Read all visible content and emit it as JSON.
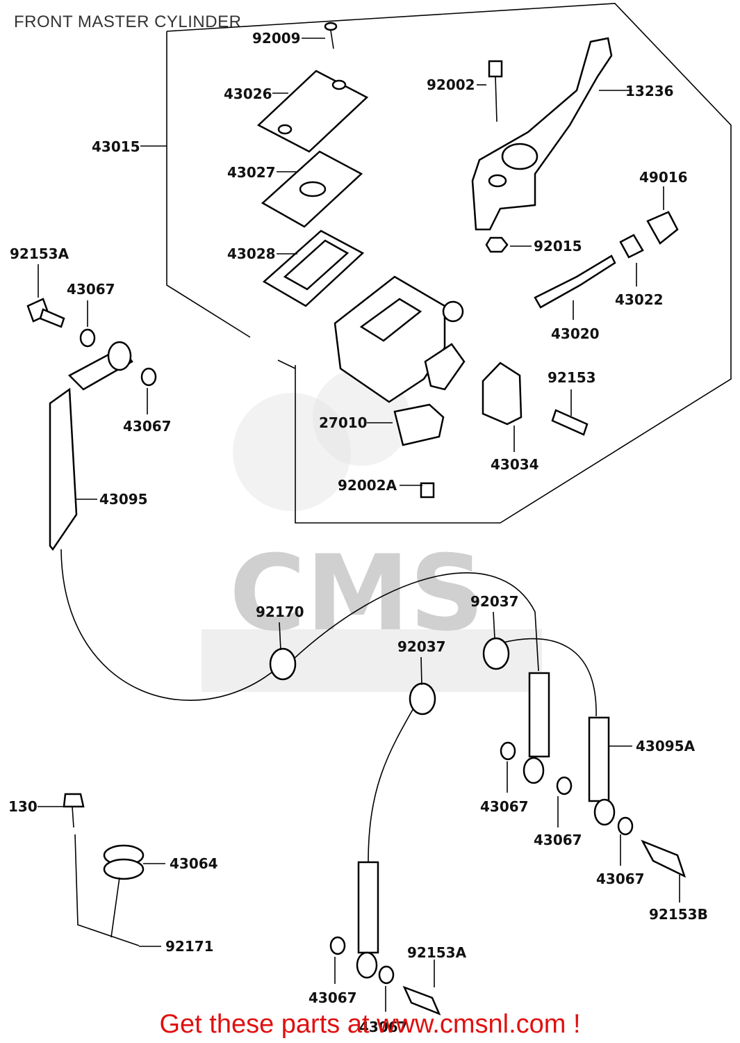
{
  "title": "FRONT MASTER CYLINDER",
  "footer": "Get these parts at www.cmsnl.com !",
  "watermark": {
    "text": "CMS",
    "color": "#9a9a9a"
  },
  "labels": [
    "92009",
    "43026",
    "43015",
    "43027",
    "43028",
    "92002",
    "13236",
    "49016",
    "92015",
    "43022",
    "43020",
    "92153A",
    "43067",
    "43067",
    "92153",
    "43034",
    "27010",
    "92002A",
    "43095",
    "92170",
    "92037",
    "92037",
    "43095A",
    "43067",
    "43067",
    "43067",
    "130",
    "43064",
    "92171",
    "92153B",
    "92153A",
    "43067",
    "43067"
  ]
}
